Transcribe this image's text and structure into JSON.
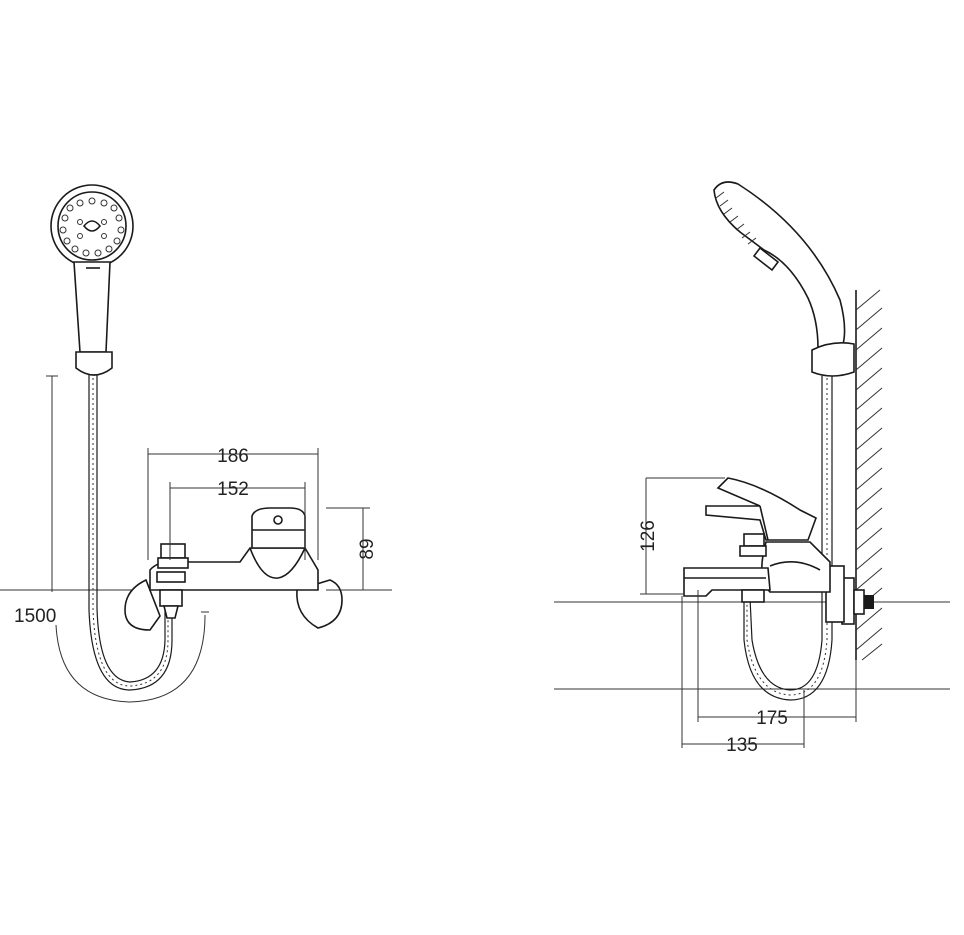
{
  "dimensions": {
    "front": {
      "width_overall": "186",
      "centers": "152",
      "height": "89",
      "hose_length": "1500"
    },
    "side": {
      "lever_height": "126",
      "reach_wall": "175",
      "spout_reach": "135"
    }
  }
}
